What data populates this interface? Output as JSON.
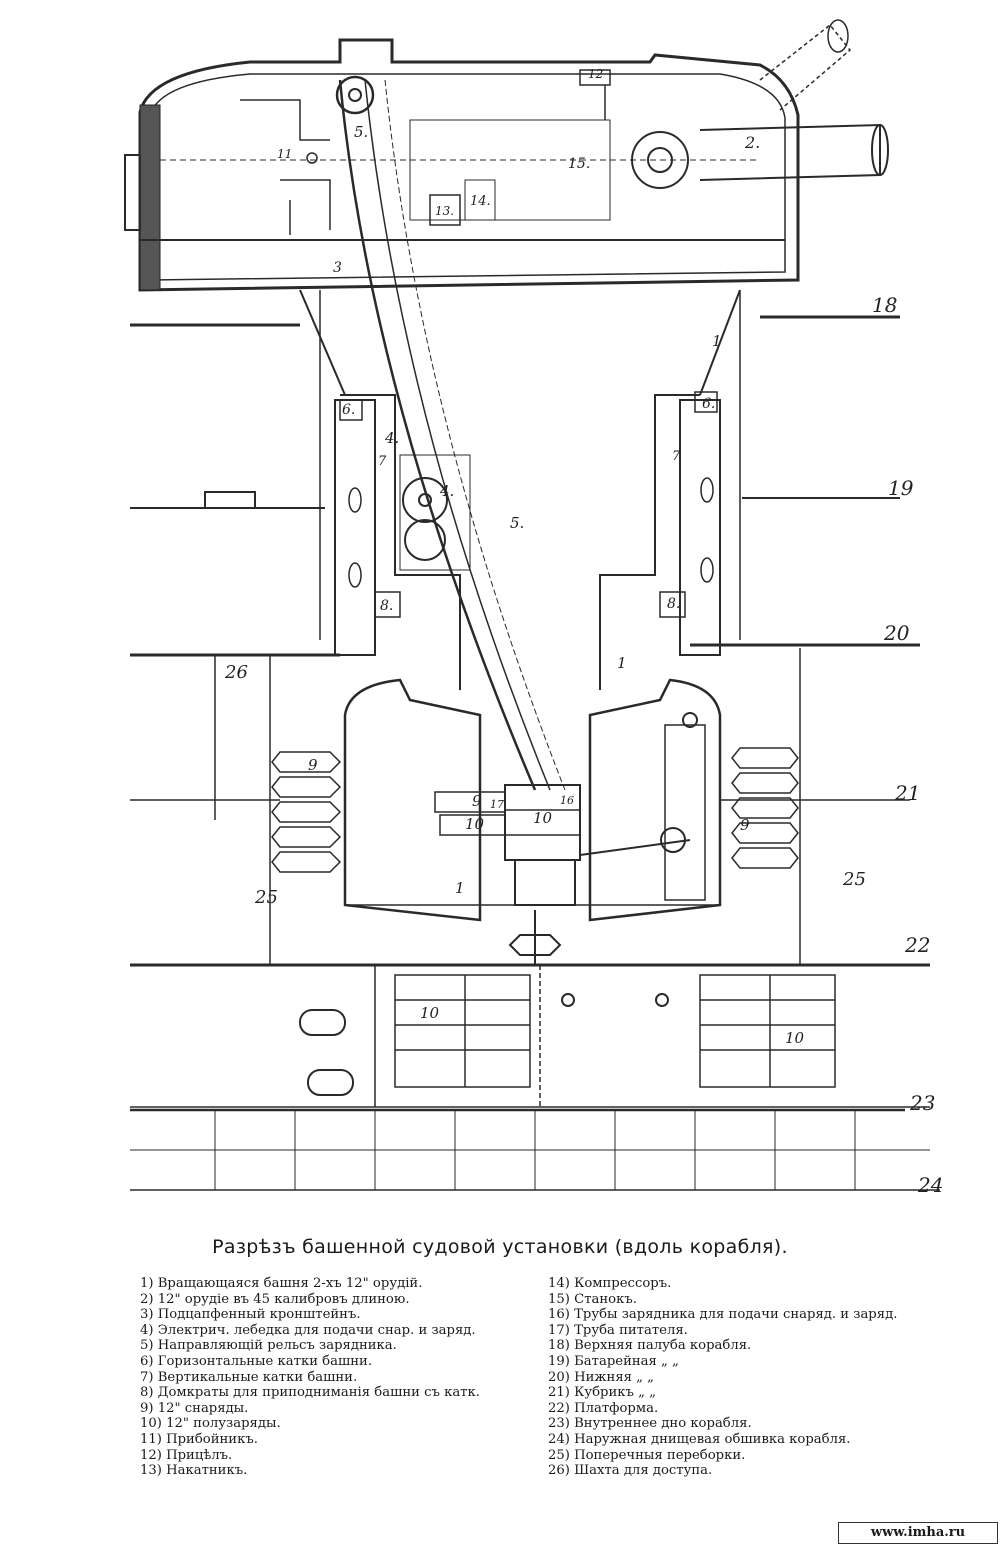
{
  "caption": "Разрѣзъ башенной судовой установки (вдоль корабля).",
  "watermark": "www.imha.ru",
  "labels": {
    "n1": "1",
    "n2": "2.",
    "n3": "3",
    "n4": "4.",
    "n5": "5.",
    "n6": "6.",
    "n7": "7",
    "n8": "8.",
    "n9": "9",
    "n10": "10",
    "n11": "11",
    "n12": "12",
    "n13": "13.",
    "n14": "14.",
    "n15": "15.",
    "n16": "16",
    "n17": "17",
    "n18": "18",
    "n19": "19",
    "n20": "20",
    "n21": "21",
    "n22": "22",
    "n23": "23",
    "n24": "24",
    "n25": "25",
    "n26": "26"
  },
  "legend_left": [
    "1) Вращающаяся башня 2-хъ 12\" орудій.",
    "2) 12\" орудіе въ 45 калибровъ длиною.",
    "3) Подцапфенный кронштейнъ.",
    "4) Электрич. лебедка для подачи снар. и заряд.",
    "5) Направляющій рельсъ зарядника.",
    "6) Горизонтальные катки башни.",
    "7) Вертикальные катки башни.",
    "8) Домкраты для приподниманія башни съ катк.",
    "9) 12\" снаряды.",
    "10) 12\" полузаряды.",
    "11) Прибойникъ.",
    "12) Прицѣлъ.",
    "13) Накатникъ."
  ],
  "legend_right": [
    "14) Компрессоръ.",
    "15) Станокъ.",
    "16) Трубы зарядника для подачи снаряд. и заряд.",
    "17) Труба питателя.",
    "18) Верхняя палуба корабля.",
    "19) Батарейная  „        „",
    "20) Нижняя       „        „",
    "21) Кубрикъ      „        „",
    "22) Платформа.",
    "23) Внутреннее дно корабля.",
    "24) Наружная днищевая обшивка корабля.",
    "25) Поперечныя переборки.",
    "26) Шахта для доступа."
  ]
}
